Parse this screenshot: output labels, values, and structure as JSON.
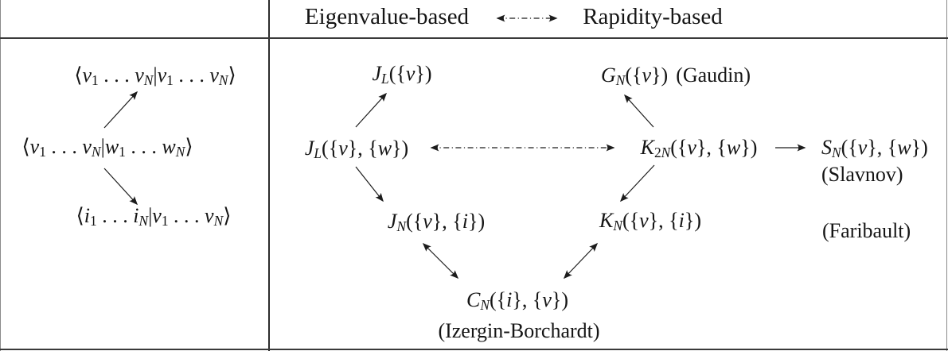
{
  "figure": {
    "header": {
      "left": "Eigenvalue-based",
      "right": "Rapidity-based"
    },
    "scalar_products": {
      "vv": [
        {
          "t": "⟨"
        },
        {
          "t": "v",
          "i": true
        },
        {
          "t": "1",
          "s": true
        },
        {
          "t": " . . . "
        },
        {
          "t": "v",
          "i": true
        },
        {
          "t": "N",
          "i": true,
          "s": true
        },
        {
          "t": "|"
        },
        {
          "t": "v",
          "i": true
        },
        {
          "t": "1",
          "s": true
        },
        {
          "t": " . . . "
        },
        {
          "t": "v",
          "i": true
        },
        {
          "t": "N",
          "i": true,
          "s": true
        },
        {
          "t": "⟩"
        }
      ],
      "vw": [
        {
          "t": "⟨"
        },
        {
          "t": "v",
          "i": true
        },
        {
          "t": "1",
          "s": true
        },
        {
          "t": " . . . "
        },
        {
          "t": "v",
          "i": true
        },
        {
          "t": "N",
          "i": true,
          "s": true
        },
        {
          "t": "|"
        },
        {
          "t": "w",
          "i": true
        },
        {
          "t": "1",
          "s": true
        },
        {
          "t": " . . . "
        },
        {
          "t": "w",
          "i": true
        },
        {
          "t": "N",
          "i": true,
          "s": true
        },
        {
          "t": "⟩"
        }
      ],
      "iv": [
        {
          "t": "⟨"
        },
        {
          "t": "i",
          "i": true
        },
        {
          "t": "1",
          "s": true
        },
        {
          "t": " . . . "
        },
        {
          "t": "i",
          "i": true
        },
        {
          "t": "N",
          "i": true,
          "s": true
        },
        {
          "t": "|"
        },
        {
          "t": "v",
          "i": true
        },
        {
          "t": "1",
          "s": true
        },
        {
          "t": " . . . "
        },
        {
          "t": "v",
          "i": true
        },
        {
          "t": "N",
          "i": true,
          "s": true
        },
        {
          "t": "⟩"
        }
      ]
    },
    "nodes": {
      "JL_v": [
        {
          "t": "J",
          "i": true
        },
        {
          "t": "L",
          "i": true,
          "s": true
        },
        {
          "t": "({"
        },
        {
          "t": "v",
          "i": true
        },
        {
          "t": "})"
        }
      ],
      "GN_v": [
        {
          "t": "G",
          "i": true
        },
        {
          "t": "N",
          "i": true,
          "s": true
        },
        {
          "t": "({"
        },
        {
          "t": "v",
          "i": true
        },
        {
          "t": "})"
        }
      ],
      "gaudin": "(Gaudin)",
      "JL_vw": [
        {
          "t": "J",
          "i": true
        },
        {
          "t": "L",
          "i": true,
          "s": true
        },
        {
          "t": "({"
        },
        {
          "t": "v",
          "i": true
        },
        {
          "t": "}, {"
        },
        {
          "t": "w",
          "i": true
        },
        {
          "t": "})"
        }
      ],
      "K2N_vw": [
        {
          "t": "K",
          "i": true
        },
        {
          "t": "2",
          "s": true
        },
        {
          "t": "N",
          "i": true,
          "s": true
        },
        {
          "t": "({"
        },
        {
          "t": "v",
          "i": true
        },
        {
          "t": "}, {"
        },
        {
          "t": "w",
          "i": true
        },
        {
          "t": "})"
        }
      ],
      "SN_vw": [
        {
          "t": "S",
          "i": true
        },
        {
          "t": "N",
          "i": true,
          "s": true
        },
        {
          "t": "({"
        },
        {
          "t": "v",
          "i": true
        },
        {
          "t": "}, {"
        },
        {
          "t": "w",
          "i": true
        },
        {
          "t": "})"
        }
      ],
      "slavnov": "(Slavnov)",
      "faribault": "(Faribault)",
      "JN_vi": [
        {
          "t": "J",
          "i": true
        },
        {
          "t": "N",
          "i": true,
          "s": true
        },
        {
          "t": "({"
        },
        {
          "t": "v",
          "i": true
        },
        {
          "t": "}, {"
        },
        {
          "t": "i",
          "i": true
        },
        {
          "t": "})"
        }
      ],
      "KN_vi": [
        {
          "t": "K",
          "i": true
        },
        {
          "t": "N",
          "i": true,
          "s": true
        },
        {
          "t": "({"
        },
        {
          "t": "v",
          "i": true
        },
        {
          "t": "}, {"
        },
        {
          "t": "i",
          "i": true
        },
        {
          "t": "})"
        }
      ],
      "CN_iv": [
        {
          "t": "C",
          "i": true
        },
        {
          "t": "N",
          "i": true,
          "s": true
        },
        {
          "t": "({"
        },
        {
          "t": "i",
          "i": true
        },
        {
          "t": "}, {"
        },
        {
          "t": "v",
          "i": true
        },
        {
          "t": "})"
        }
      ],
      "izergin": "(Izergin-Borchardt)"
    },
    "edges": [
      {
        "from": "braket-vw",
        "to": "braket-vv",
        "style": "solid",
        "double": false
      },
      {
        "from": "braket-vw",
        "to": "braket-iv",
        "style": "solid",
        "double": false
      },
      {
        "from": "header-left",
        "to": "header-right",
        "style": "dash-dot",
        "double": true
      },
      {
        "from": "JL_vw",
        "to": "JL_v",
        "style": "solid",
        "double": false
      },
      {
        "from": "JL_vw",
        "to": "JN_vi",
        "style": "solid",
        "double": false
      },
      {
        "from": "JL_vw",
        "to": "K2N_vw",
        "style": "dash-dot",
        "double": true
      },
      {
        "from": "K2N_vw",
        "to": "GN_v",
        "style": "solid",
        "double": false
      },
      {
        "from": "K2N_vw",
        "to": "SN_vw",
        "style": "solid",
        "double": false
      },
      {
        "from": "K2N_vw",
        "to": "KN_vi",
        "style": "solid",
        "double": false
      },
      {
        "from": "JN_vi",
        "to": "CN_iv",
        "style": "solid",
        "double": true
      },
      {
        "from": "KN_vi",
        "to": "CN_iv",
        "style": "solid",
        "double": true
      }
    ],
    "colors": {
      "ink": "#151515",
      "rule": "#3a3a3a"
    }
  }
}
